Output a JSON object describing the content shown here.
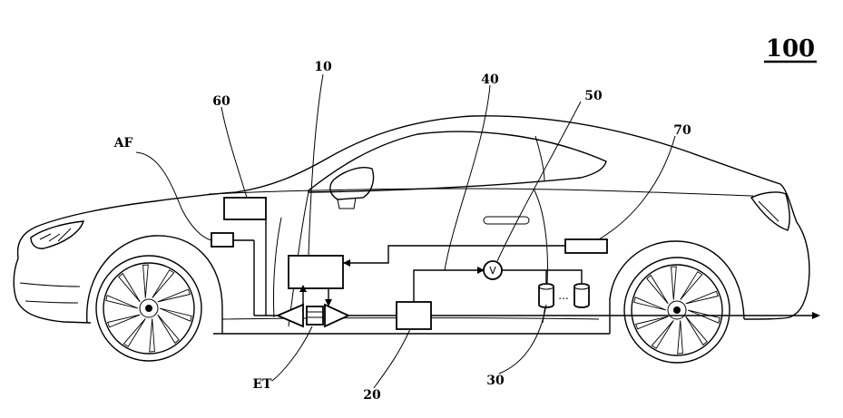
{
  "figure": {
    "figure_number": "100",
    "labels": {
      "ref_10": "10",
      "ref_20": "20",
      "ref_30": "30",
      "ref_40": "40",
      "ref_50": "50",
      "ref_60": "60",
      "ref_70": "70",
      "ref_af": "AF",
      "ref_et": "ET",
      "valve_symbol": "V",
      "ellipsis": "..."
    }
  }
}
